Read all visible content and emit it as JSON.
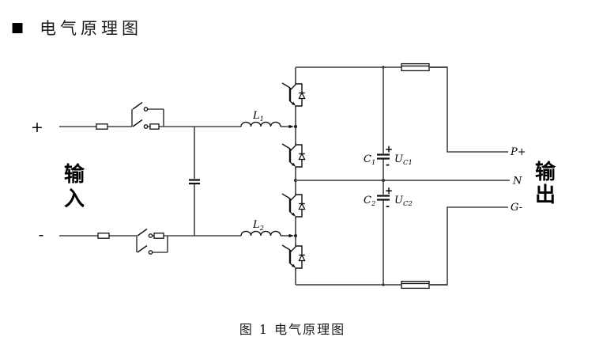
{
  "header": {
    "bullet": "■",
    "title": "电气原理图"
  },
  "caption": "图 1  电气原理图",
  "input": {
    "plus": "+",
    "minus": "-",
    "char1": "输",
    "char2": "入"
  },
  "output": {
    "char1": "输",
    "char2": "出",
    "p": "P+",
    "n": "N",
    "g": "G-"
  },
  "labels": {
    "l1": {
      "base": "L",
      "sub": "1"
    },
    "l2": {
      "base": "L",
      "sub": "2"
    },
    "c1": {
      "base": "C",
      "sub": "1"
    },
    "c2": {
      "base": "C",
      "sub": "2"
    },
    "uc1": {
      "base": "U",
      "sub": "C1"
    },
    "uc2": {
      "base": "U",
      "sub": "C2"
    },
    "c1_plus": "+",
    "c1_minus": "-",
    "c2_plus": "+",
    "c2_minus": "-"
  },
  "colors": {
    "wire": "#444444",
    "rail": "#6b6b6b",
    "symbol": "#111111",
    "text": "#000000",
    "background": "#ffffff"
  }
}
